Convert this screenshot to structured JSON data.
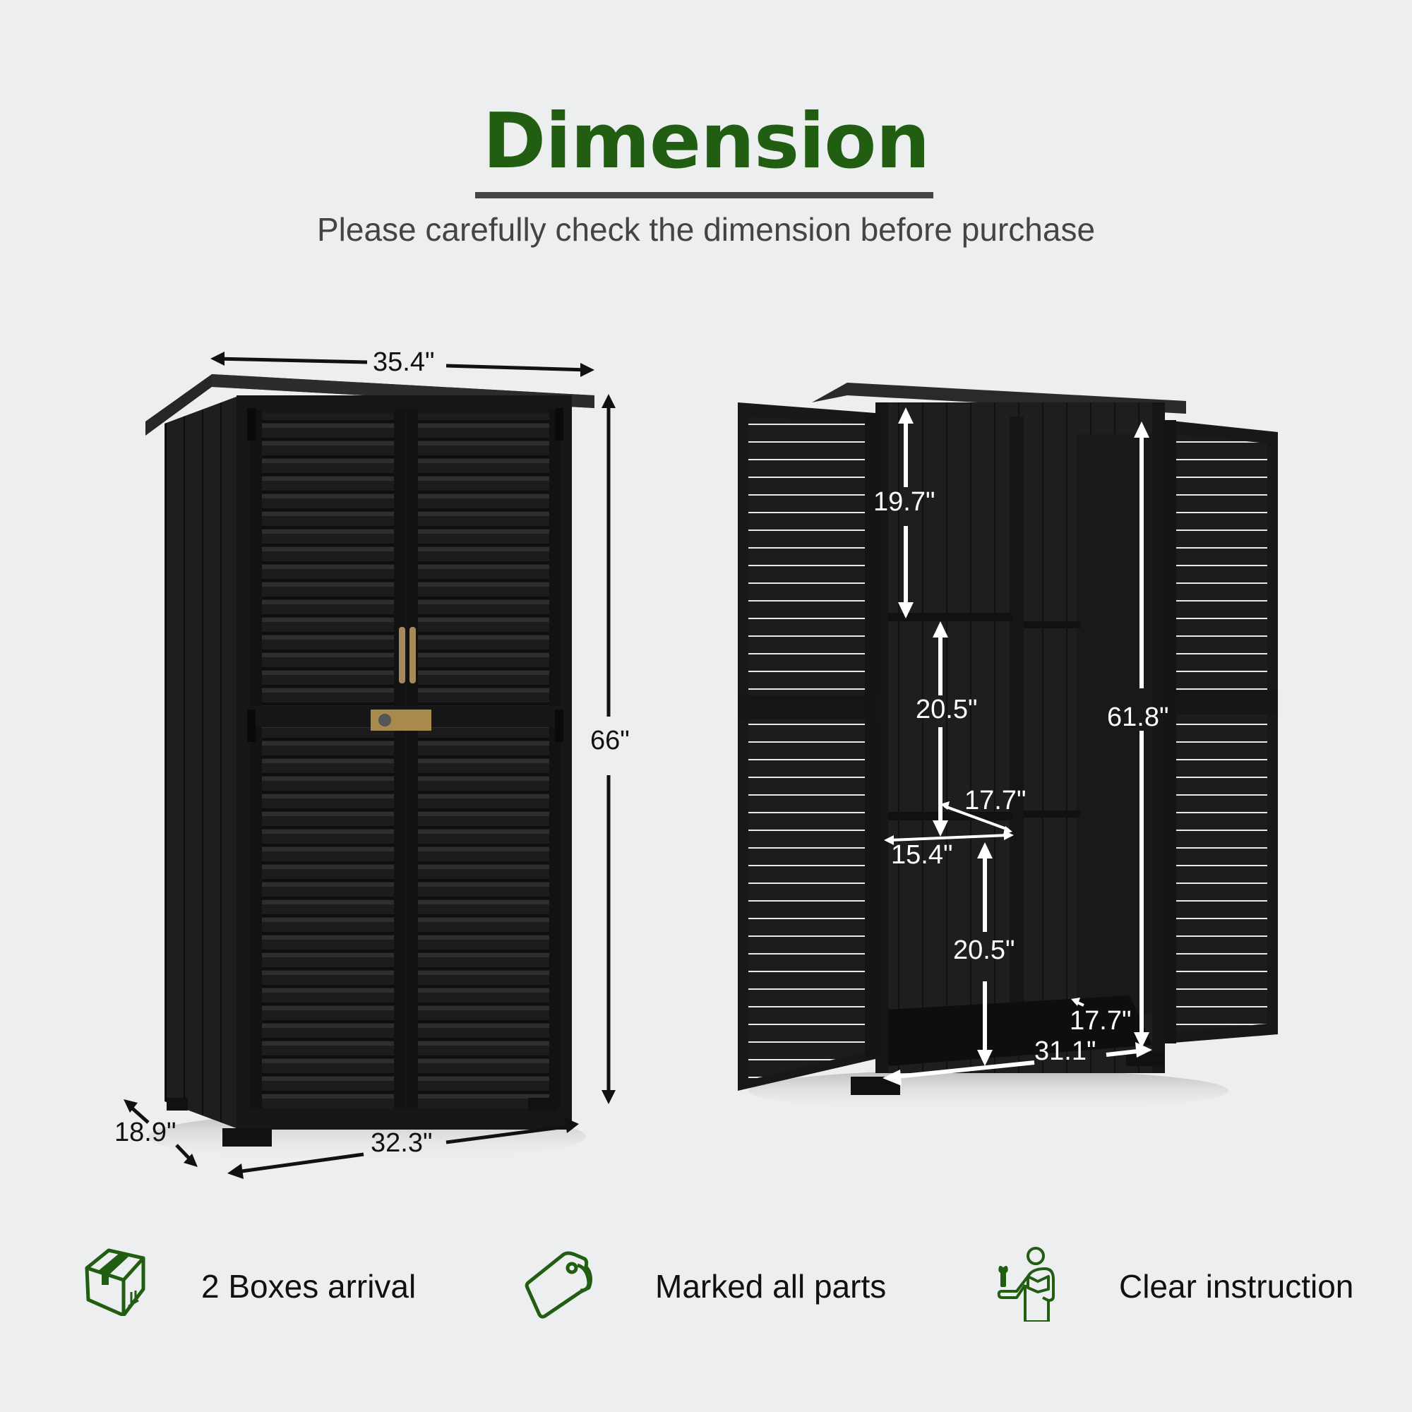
{
  "header": {
    "title": "Dimension",
    "subtitle": "Please carefully check the dimension before purchase"
  },
  "colors": {
    "brand_green": "#215e12",
    "rule_gray": "#444444",
    "background": "#eceef0",
    "cabinet": "#1a1a1a"
  },
  "closed_cabinet": {
    "roof_width": "35.4\"",
    "height": "66\"",
    "depth": "18.9\"",
    "base_width": "32.3\""
  },
  "open_cabinet": {
    "top_compartment_height": "19.7\"",
    "middle_compartment_height": "20.5\"",
    "bottom_compartment_height": "20.5\"",
    "interior_height": "61.8\"",
    "shelf_depth": "17.7\"",
    "shelf_width": "15.4\"",
    "floor_depth": "17.7\"",
    "floor_width": "31.1\""
  },
  "features": [
    {
      "icon": "box-icon",
      "label": "2 Boxes arrival"
    },
    {
      "icon": "tag-icon",
      "label": "Marked all parts"
    },
    {
      "icon": "instruction-icon",
      "label": "Clear instruction"
    }
  ]
}
